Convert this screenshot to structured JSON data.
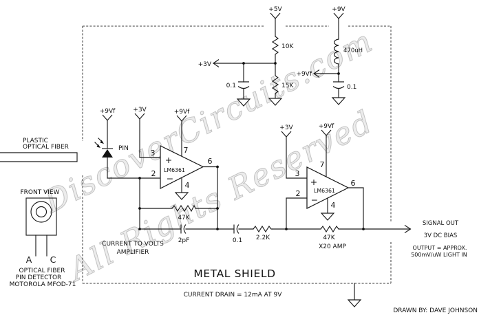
{
  "watermark": {
    "line1": "DiscoverCircuits.com",
    "line2": "All Rights Reserved"
  },
  "power": {
    "plus5v": "+5V",
    "plus9v": "+9V",
    "plus3v": "+3V",
    "plus9vf": "+9Vf"
  },
  "parts": {
    "r_divider_top": "10K",
    "r_divider_bottom": "15K",
    "l_filter": "470uH",
    "c_bypass": "0.1",
    "c_feedback": "2pF",
    "c_coupling": "0.1",
    "r_input": "2.2K",
    "r_feedback": "47K",
    "photodiode": "PIN",
    "opamp": "LM6361"
  },
  "pins": {
    "p2": "2",
    "p3": "3",
    "p4": "4",
    "p6": "6",
    "p7": "7",
    "noninv": "+",
    "inv": "−"
  },
  "fiber": {
    "caption1": "PLASTIC",
    "caption2": "OPTICAL FIBER",
    "front_view": "FRONT VIEW",
    "lead_a": "A",
    "lead_c": "C",
    "part1": "OPTICAL FIBER",
    "part2": "PIN DETECTOR",
    "part3": "MOTOROLA MFOD-71"
  },
  "stages": {
    "stage1_line1": "CURRENT TO VOLTS",
    "stage1_line2": "AMPLIFIER",
    "stage2": "X20 AMP"
  },
  "shield": {
    "label": "METAL SHIELD",
    "note": "CURRENT DRAIN = 12mA AT 9V"
  },
  "output": {
    "line1": "SIGNAL OUT",
    "line2": "3V DC BIAS",
    "note1": "OUTPUT = APPROX.",
    "note2": "500mV/uW LIGHT IN"
  },
  "credit": "DRAWN BY: DAVE JOHNSON"
}
